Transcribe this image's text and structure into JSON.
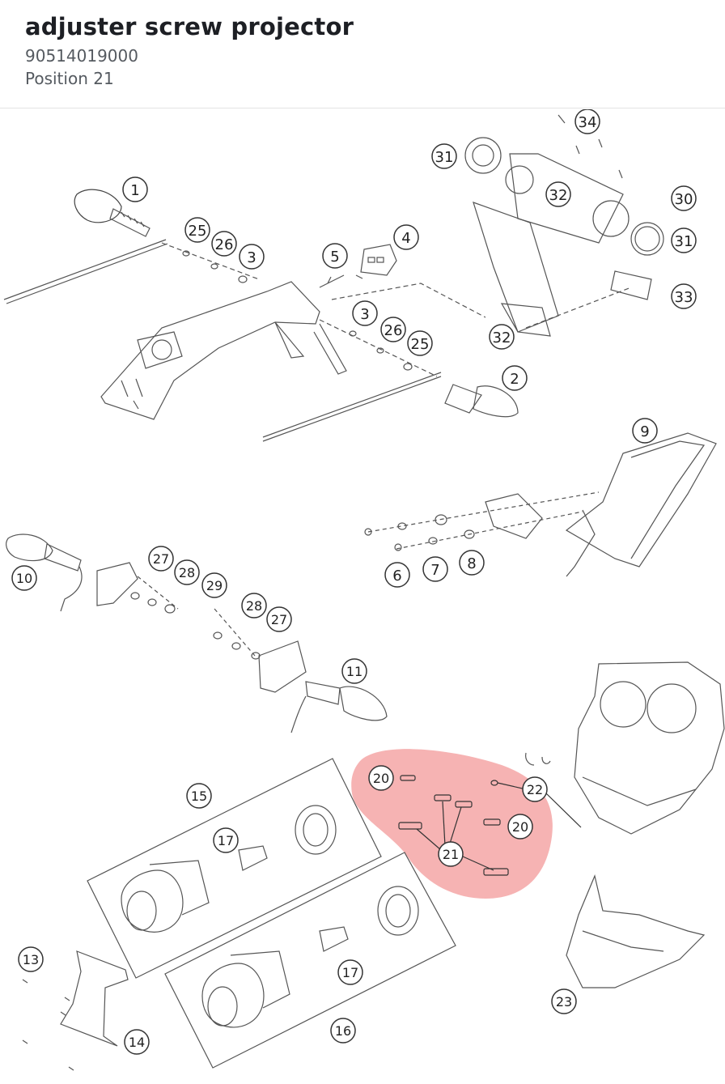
{
  "part": {
    "title": "adjuster screw projector",
    "number": "90514019000",
    "position_label": "Position 21"
  },
  "highlight": {
    "color": "#f08080",
    "position": "21"
  },
  "callouts": {
    "c1": "1",
    "c2": "2",
    "c3a": "3",
    "c3b": "3",
    "c4": "4",
    "c5": "5",
    "c6": "6",
    "c7": "7",
    "c8": "8",
    "c9": "9",
    "c10": "10",
    "c11": "11",
    "c13": "13",
    "c14": "14",
    "c15": "15",
    "c16": "16",
    "c17a": "17",
    "c17b": "17",
    "c20a": "20",
    "c20b": "20",
    "c21": "21",
    "c22": "22",
    "c23": "23",
    "c25a": "25",
    "c25b": "25",
    "c26a": "26",
    "c26b": "26",
    "c27a": "27",
    "c27b": "27",
    "c28a": "28",
    "c28b": "28",
    "c29": "29",
    "c30": "30",
    "c31a": "31",
    "c31b": "31",
    "c32a": "32",
    "c32b": "32",
    "c33": "33",
    "c34": "34"
  }
}
